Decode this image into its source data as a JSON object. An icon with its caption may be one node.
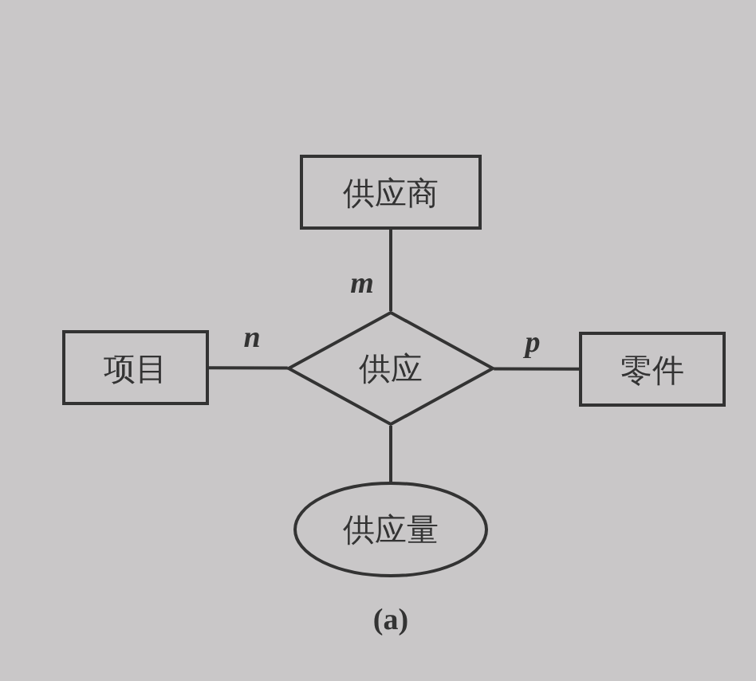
{
  "diagram": {
    "caption": "(a)",
    "nodes": [
      {
        "text": [
          "供应商"
        ]
      },
      {
        "text": [
          "项目"
        ]
      },
      {
        "text": [
          "供应"
        ]
      },
      {
        "text": [
          "零件"
        ]
      },
      {
        "text": [
          "供应量"
        ]
      }
    ],
    "edges": [
      {
        "from": 0,
        "to": 2,
        "arrow": "none",
        "label": "m"
      },
      {
        "from": 1,
        "to": 2,
        "arrow": "none",
        "label": "n"
      },
      {
        "from": 2,
        "to": 3,
        "arrow": "none",
        "label": "p"
      },
      {
        "from": 2,
        "to": 4,
        "arrow": "none"
      }
    ]
  }
}
